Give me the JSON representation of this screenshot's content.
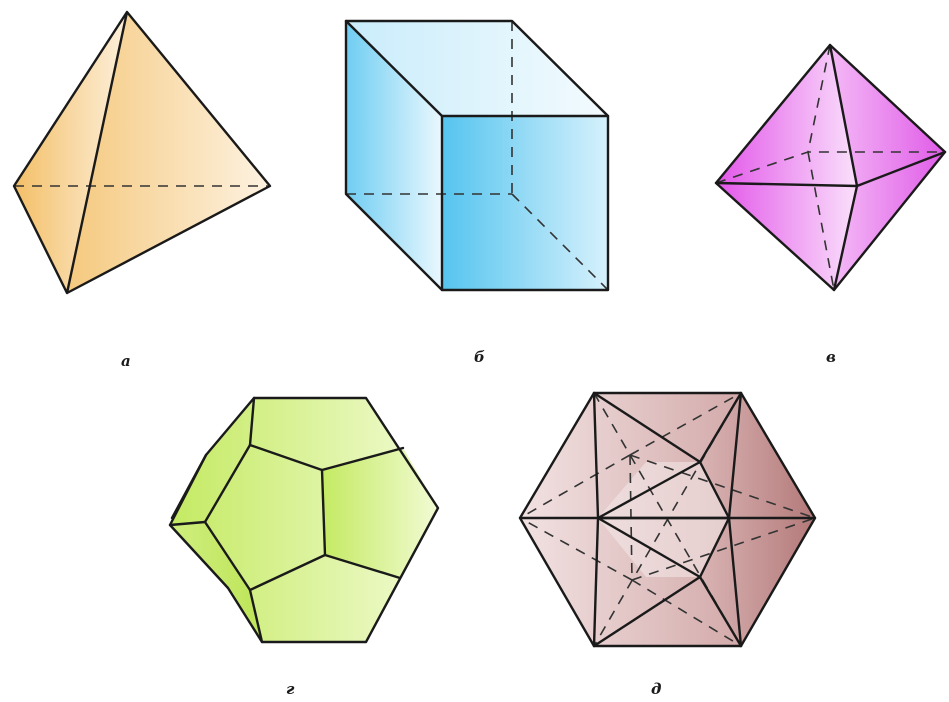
{
  "figures": [
    {
      "id": "tetrahedron",
      "label": "а",
      "color": "#f6c36a"
    },
    {
      "id": "cube",
      "label": "б",
      "color": "#5cc7f0"
    },
    {
      "id": "octahedron",
      "label": "в",
      "color": "#e05ce8"
    },
    {
      "id": "dodecahedron",
      "label": "г",
      "color": "#c9ec6a"
    },
    {
      "id": "icosahedron",
      "label": "д",
      "color": "#b57a7a"
    }
  ]
}
